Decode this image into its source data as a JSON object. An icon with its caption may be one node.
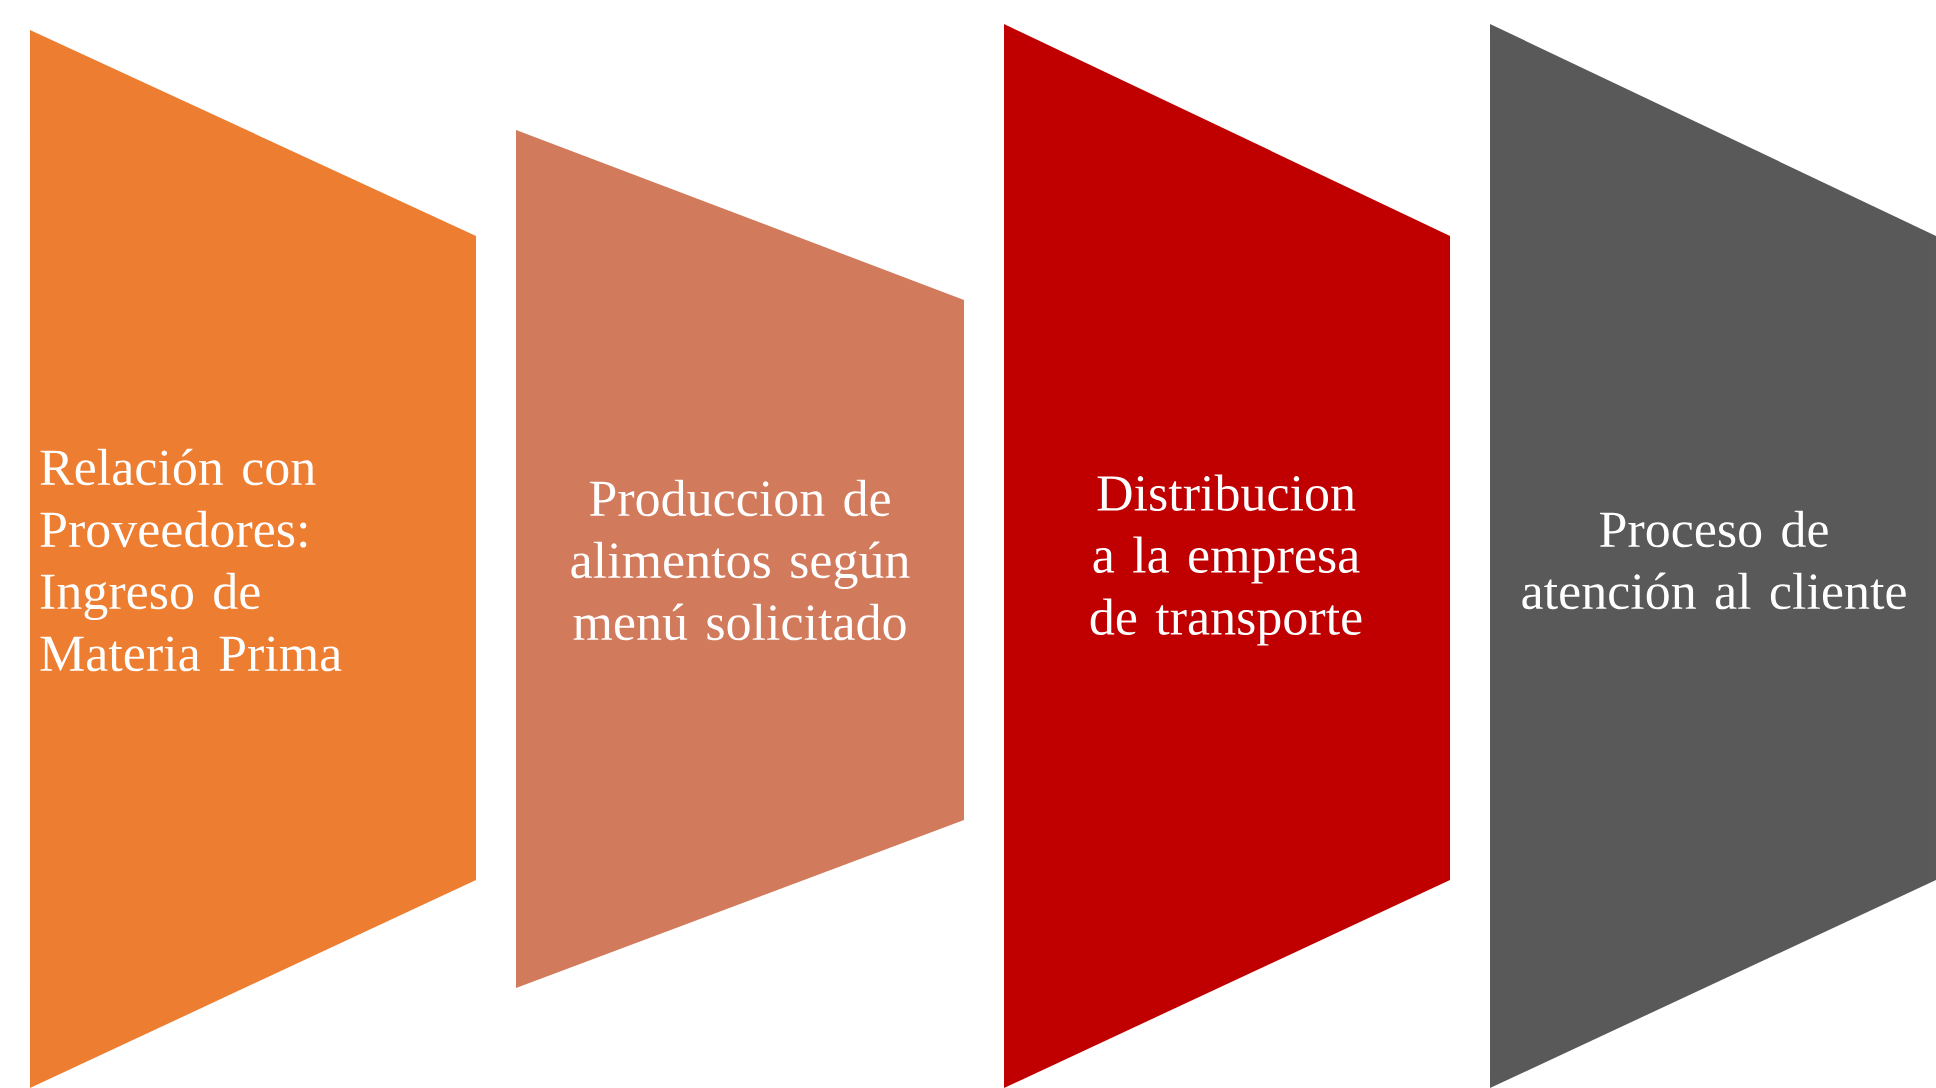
{
  "diagram": {
    "nodes": [
      {
        "text": [
          "Relación con Proveedores: Ingreso de Materia Prima"
        ]
      },
      {
        "text": [
          "Produccion de alimentos según menú solicitado"
        ]
      },
      {
        "text": [
          "Distribucion a la empresa de transporte"
        ]
      },
      {
        "text": [
          "Proceso de atención al cliente"
        ]
      }
    ]
  }
}
